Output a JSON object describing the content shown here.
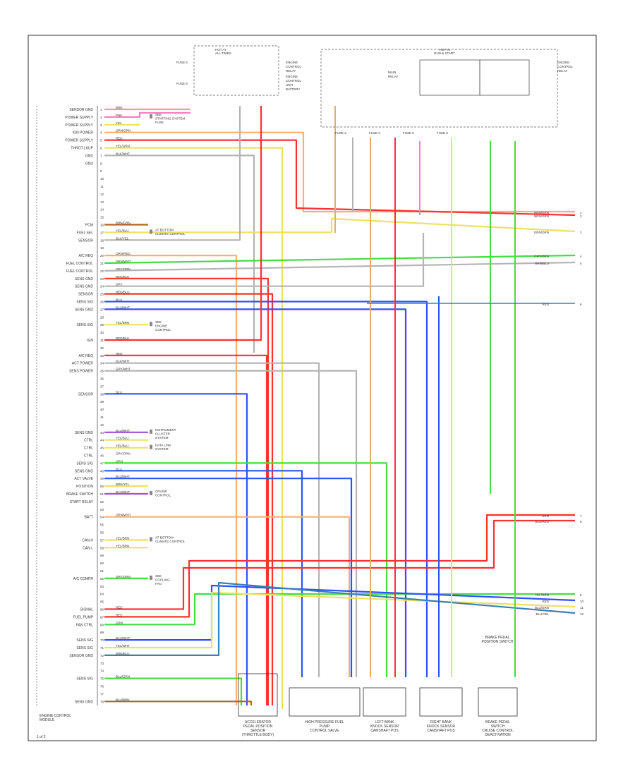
{
  "footer_id": "1 of 2",
  "colors": {
    "tan": "#d9b070",
    "pink": "#ff80c0",
    "yellow": "#f0e060",
    "orange": "#ffb070",
    "red": "#ff3030",
    "gray": "#b4b4b4",
    "green": "#44dd44",
    "blue": "#3050ff",
    "brown": "#b06818",
    "teal": "#3a80b0",
    "violet": "#9a50e0",
    "black": "#202020"
  },
  "ecm": {
    "name": [
      "ENGINE CONTROL",
      "MODULE"
    ],
    "pins": [
      {
        "label": "SENSOR GND",
        "num": "1",
        "wire": "BRN",
        "color": "tan"
      },
      {
        "label": "POWER SUPPLY",
        "num": "2",
        "wire": "PNK",
        "color": "pink"
      },
      {
        "label": "POWER SUPPLY",
        "num": "3",
        "wire": "YEL",
        "color": "yellow"
      },
      {
        "label": "IGN POWER",
        "num": "4",
        "wire": "ORN/GRN",
        "color": "orange"
      },
      {
        "label": "POWER SUPPLY",
        "num": "5",
        "wire": "RED",
        "color": "red"
      },
      {
        "label": "THROT LKUP",
        "num": "6",
        "wire": "YEL/GRN",
        "color": "yellow"
      },
      {
        "label": "GND",
        "num": "7",
        "wire": "BLK/WHT",
        "color": "gray"
      },
      {
        "label": "GND",
        "num": "8",
        "wire": "",
        "color": ""
      },
      {
        "label": "",
        "num": "9",
        "wire": "",
        "color": ""
      },
      {
        "label": "",
        "num": "10",
        "wire": "",
        "color": ""
      },
      {
        "label": "",
        "num": "11",
        "wire": "",
        "color": ""
      },
      {
        "label": "",
        "num": "12",
        "wire": "",
        "color": ""
      },
      {
        "label": "",
        "num": "13",
        "wire": "",
        "color": ""
      },
      {
        "label": "",
        "num": "14",
        "wire": "",
        "color": ""
      },
      {
        "label": "",
        "num": "15",
        "wire": "",
        "color": ""
      },
      {
        "label": "PCM",
        "num": "16",
        "wire": "BRN/GRN",
        "color": "brown"
      },
      {
        "label": "FUEL SEL",
        "num": "17",
        "wire": "YEL/BLU",
        "color": "yellow"
      },
      {
        "label": "SENSOR",
        "num": "18",
        "wire": "BLK/YEL",
        "color": "gray"
      },
      {
        "label": "",
        "num": "19",
        "wire": "",
        "color": ""
      },
      {
        "label": "A/C REQ",
        "num": "20",
        "wire": "ORN/RED",
        "color": "orange"
      },
      {
        "label": "FUEL CONTROL",
        "num": "21",
        "wire": "GRN/WHT",
        "color": "green"
      },
      {
        "label": "FUEL CONTROL",
        "num": "22",
        "wire": "GRY/ORN",
        "color": "gray"
      },
      {
        "label": "SENS GND",
        "num": "23",
        "wire": "RED/BLK",
        "color": "red"
      },
      {
        "label": "SENS GND",
        "num": "24",
        "wire": "GRY",
        "color": "gray"
      },
      {
        "label": "SENSOR",
        "num": "25",
        "wire": "RED/BLU",
        "color": "red"
      },
      {
        "label": "SENS SIG",
        "num": "26",
        "wire": "BLU",
        "color": "blue"
      },
      {
        "label": "SENS GND",
        "num": "27",
        "wire": "BLU/WHT",
        "color": "blue"
      },
      {
        "label": "",
        "num": "28",
        "wire": "",
        "color": ""
      },
      {
        "label": "SENS SIG",
        "num": "29",
        "wire": "YEL/BRN",
        "color": "yellow"
      },
      {
        "label": "",
        "num": "30",
        "wire": "",
        "color": ""
      },
      {
        "label": "IGN",
        "num": "31",
        "wire": "RED/BLK",
        "color": "red"
      },
      {
        "label": "",
        "num": "32",
        "wire": "",
        "color": ""
      },
      {
        "label": "A/C REQ",
        "num": "33",
        "wire": "RED",
        "color": "red"
      },
      {
        "label": "ACT POWER",
        "num": "34",
        "wire": "BLK/WHT",
        "color": "gray"
      },
      {
        "label": "SENS POWER",
        "num": "35",
        "wire": "GRY/WHT",
        "color": "gray"
      },
      {
        "label": "",
        "num": "36",
        "wire": "",
        "color": ""
      },
      {
        "label": "",
        "num": "37",
        "wire": "",
        "color": ""
      },
      {
        "label": "SENSOR",
        "num": "38",
        "wire": "BLU",
        "color": "blue"
      },
      {
        "label": "",
        "num": "39",
        "wire": "",
        "color": ""
      },
      {
        "label": "",
        "num": "40",
        "wire": "",
        "color": ""
      },
      {
        "label": "",
        "num": "41",
        "wire": "",
        "color": ""
      },
      {
        "label": "",
        "num": "42",
        "wire": "",
        "color": ""
      },
      {
        "label": "SENS GND",
        "num": "43",
        "wire": "BLU/WHT",
        "color": "violet"
      },
      {
        "label": "CTRL",
        "num": "44",
        "wire": "YEL/BLU",
        "color": "yellow"
      },
      {
        "label": "CTRL",
        "num": "45",
        "wire": "YEL/BLU",
        "color": "yellow"
      },
      {
        "label": "CTRL",
        "num": "46",
        "wire": "GRY/ORN",
        "color": "gray"
      },
      {
        "label": "SENS SIG",
        "num": "47",
        "wire": "GRN",
        "color": "green"
      },
      {
        "label": "SENS GND",
        "num": "48",
        "wire": "BLU",
        "color": "blue"
      },
      {
        "label": "ACT VALVE",
        "num": "49",
        "wire": "BLU/WHT",
        "color": "blue"
      },
      {
        "label": "POSITION",
        "num": "50",
        "wire": "BRN/YEL",
        "color": "yellow"
      },
      {
        "label": "BRAKE SWITCH",
        "num": "51",
        "wire": "BLU/WHT",
        "color": "violet"
      },
      {
        "label": "START RELAY",
        "num": "52",
        "wire": "",
        "color": ""
      },
      {
        "label": "",
        "num": "53",
        "wire": "",
        "color": ""
      },
      {
        "label": "BATT",
        "num": "54",
        "wire": "ORN/WHT",
        "color": "orange"
      },
      {
        "label": "",
        "num": "55",
        "wire": "",
        "color": ""
      },
      {
        "label": "",
        "num": "56",
        "wire": "",
        "color": ""
      },
      {
        "label": "CAN H",
        "num": "57",
        "wire": "YEL/BRN",
        "color": "yellow"
      },
      {
        "label": "CAN L",
        "num": "58",
        "wire": "YEL/BRN",
        "color": "yellow"
      },
      {
        "label": "",
        "num": "59",
        "wire": "",
        "color": ""
      },
      {
        "label": "",
        "num": "60",
        "wire": "",
        "color": ""
      },
      {
        "label": "",
        "num": "61",
        "wire": "",
        "color": ""
      },
      {
        "label": "A/C COMPR",
        "num": "62",
        "wire": "GRY/ORN",
        "color": "green"
      },
      {
        "label": "",
        "num": "63",
        "wire": "",
        "color": ""
      },
      {
        "label": "",
        "num": "64",
        "wire": "",
        "color": ""
      },
      {
        "label": "",
        "num": "65",
        "wire": "",
        "color": ""
      },
      {
        "label": "SIGNAL",
        "num": "66",
        "wire": "RED",
        "color": "red"
      },
      {
        "label": "FUEL PUMP",
        "num": "67",
        "wire": "RED",
        "color": "red"
      },
      {
        "label": "FAN CTRL",
        "num": "68",
        "wire": "GRN",
        "color": "green"
      },
      {
        "label": "",
        "num": "69",
        "wire": "",
        "color": ""
      },
      {
        "label": "SENS SIG",
        "num": "70",
        "wire": "BLU/WHT",
        "color": "blue"
      },
      {
        "label": "SENS SIG",
        "num": "71",
        "wire": "YEL/WHT",
        "color": "yellow"
      },
      {
        "label": "SENSOR GND",
        "num": "72",
        "wire": "BRN/BLU",
        "color": "teal"
      },
      {
        "label": "",
        "num": "73",
        "wire": "",
        "color": ""
      },
      {
        "label": "",
        "num": "74",
        "wire": "",
        "color": ""
      },
      {
        "label": "SENS SIG",
        "num": "75",
        "wire": "BLU/GRN",
        "color": "green"
      },
      {
        "label": "",
        "num": "76",
        "wire": "",
        "color": ""
      },
      {
        "label": "",
        "num": "77",
        "wire": "",
        "color": ""
      },
      {
        "label": "SENS GND",
        "num": "78",
        "wire": "BLU/BRN",
        "color": "brown"
      }
    ]
  },
  "side_notes": [
    {
      "lines": [
        "SEE",
        "STARTING SYSTEM",
        "FUSE"
      ]
    },
    {
      "lines": [
        "AT BOTTOM",
        "CLIMATE CONTROL"
      ]
    },
    {
      "lines": [
        "SEE",
        "ENGINE",
        "CONTROL"
      ]
    },
    {
      "lines": [
        "INSTRUMENT",
        "CLUSTER",
        "SYSTEM"
      ]
    },
    {
      "lines": [
        "DATA LINK",
        "SYSTEM"
      ]
    },
    {
      "lines": [
        "CRUISE",
        "CONTROL"
      ]
    },
    {
      "lines": [
        "AT BOTTOM",
        "CLIMATE CONTROL"
      ]
    },
    {
      "lines": [
        "SEE",
        "COOLING",
        "FAN"
      ]
    }
  ],
  "top_relays": {
    "left_group_title": [
      "HOT AT",
      "ALL TIMES"
    ],
    "left_group_fuses": [
      "FUSE 8",
      "FUSE 9"
    ],
    "left_note": [
      "ENGINE",
      "CONTROL",
      "RELAY"
    ],
    "right_note": [
      "ENGINE",
      "CONTROL",
      "UNIT",
      "BATTERY"
    ],
    "right_group_title": [
      "HOT IN",
      "RUN & START"
    ],
    "right_group_fuses": [
      "FUSE 2",
      "FUSE 3",
      "FUSE 5",
      "FUSE 6"
    ],
    "right_box_label": [
      "MAIN",
      "RELAY"
    ],
    "far_right_note": [
      "ENGINE",
      "CONTROL",
      "RELAY"
    ]
  },
  "right_outputs": [
    {
      "tag": "BRN/GRN",
      "num": "1",
      "color": "brown"
    },
    {
      "tag": "BRN/ORN",
      "num": "2",
      "color": "tan"
    },
    {
      "tag": "GRN/ORN",
      "num": "3",
      "color": "green"
    },
    {
      "tag": "GRY/ORN",
      "num": "4",
      "color": "gray"
    },
    {
      "tag": "BRN/BLU",
      "num": "5",
      "color": "teal"
    },
    {
      "tag": "RED",
      "num": "6",
      "color": "red"
    },
    {
      "tag": "GRN",
      "num": "7",
      "color": "green"
    },
    {
      "tag": "BLU/RED",
      "num": "8",
      "color": "green"
    },
    {
      "tag": "YEL/GRN",
      "num": "9",
      "color": "yellow"
    },
    {
      "tag": "RED",
      "num": "10",
      "color": "red"
    },
    {
      "tag": "BLU/GRN",
      "num": "11",
      "color": "teal"
    },
    {
      "tag": "BLU/YEL",
      "num": "12",
      "color": "gray"
    }
  ],
  "bottom_components": [
    {
      "name": [
        "ACCELERATOR",
        "PEDAL POSITION",
        "SENSOR"
      ],
      "extra": [
        "(THROTTLE BODY)"
      ]
    },
    {
      "name": [
        "HIGH PRESSURE FUEL",
        "PUMP",
        "CONTROL VALVE"
      ],
      "extra": []
    },
    {
      "name": [
        "LEFT BANK",
        "KNOCK SENSOR",
        "CAMSHAFT POS"
      ],
      "extra": []
    },
    {
      "name": [
        "RIGHT BANK",
        "KNOCK SENSOR",
        "CAMSHAFT POS"
      ],
      "extra": []
    },
    {
      "name": [
        "BRAKE PEDAL",
        "SWITCH"
      ],
      "extra": [
        "CRUISE CONTROL",
        "DEACTIVATION"
      ]
    }
  ],
  "brake_top_label": [
    "BRAKE PEDAL",
    "POSITION SWITCH"
  ]
}
